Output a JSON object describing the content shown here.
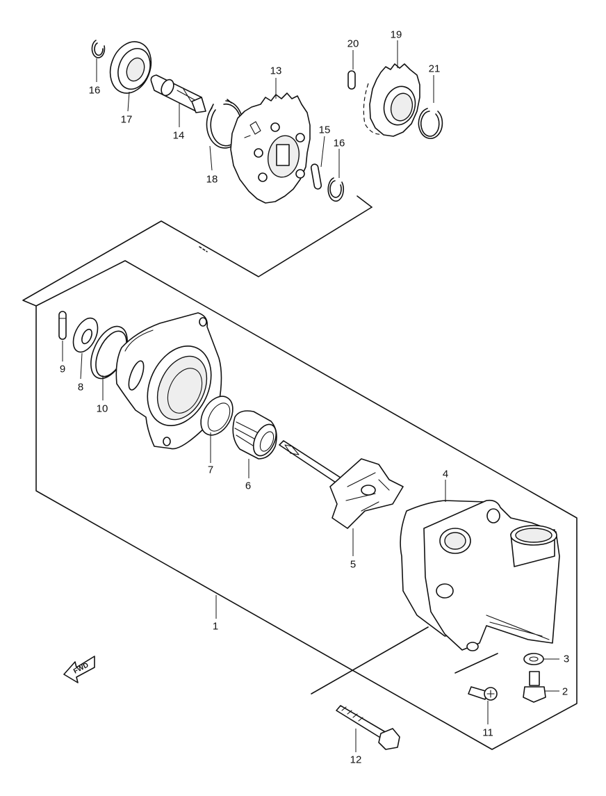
{
  "diagram": {
    "callouts": {
      "p1": "1",
      "p2": "2",
      "p3": "3",
      "p4": "4",
      "p5": "5",
      "p6": "6",
      "p7": "7",
      "p8": "8",
      "p9": "9",
      "p10": "10",
      "p11": "11",
      "p12": "12",
      "p13": "13",
      "p14": "14",
      "p15": "15",
      "p16a": "16",
      "p16b": "16",
      "p17": "17",
      "p18": "18",
      "p19": "19",
      "p20": "20",
      "p21": "21"
    },
    "fwd_badge": "FWD"
  }
}
